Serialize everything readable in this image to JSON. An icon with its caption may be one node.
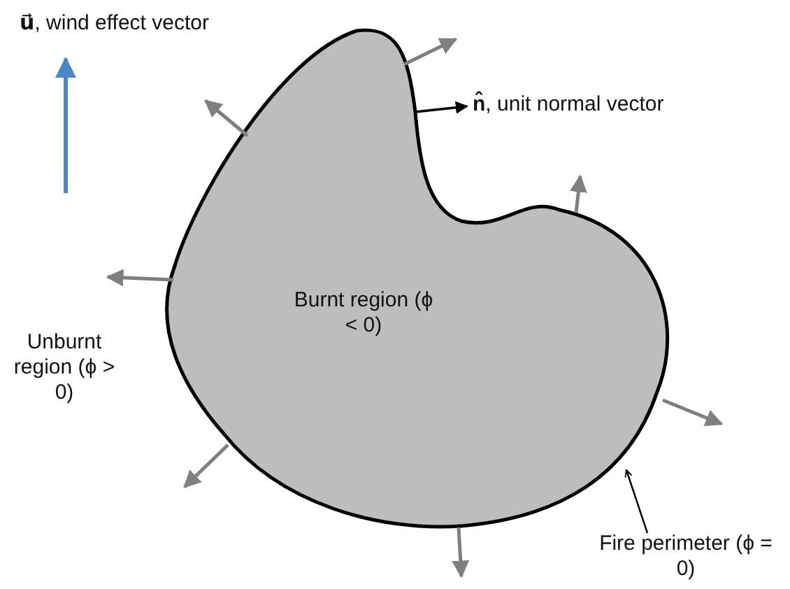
{
  "diagram": {
    "nodes": [
      {
        "text": [
          "Burnt region (ϕ < 0)"
        ]
      },
      {
        "text": [
          "Fire perimeter (ϕ = 0)"
        ]
      }
    ],
    "edges": [
      {
        "from": 1,
        "to": 0,
        "arrow": "to"
      }
    ],
    "labels": [
      "**u⃗**, wind effect vector",
      "**n̂**, unit normal vector",
      "Unburnt region (ϕ > 0)"
    ]
  }
}
